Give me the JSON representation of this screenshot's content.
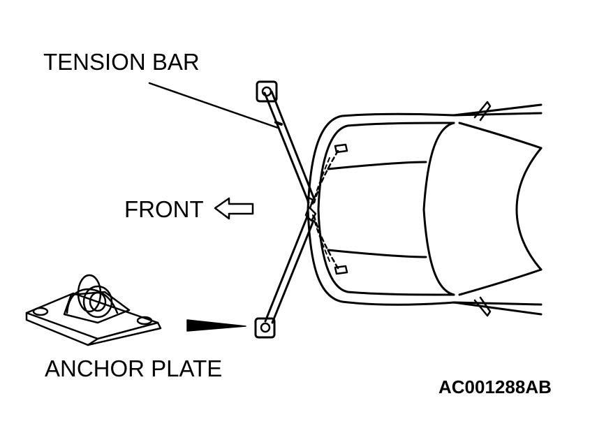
{
  "labels": {
    "tension_bar": "TENSION BAR",
    "front": "FRONT",
    "anchor_plate": "ANCHOR PLATE",
    "figure_code": "AC001288AB"
  },
  "colors": {
    "ink": "#000000",
    "paper": "#ffffff"
  }
}
